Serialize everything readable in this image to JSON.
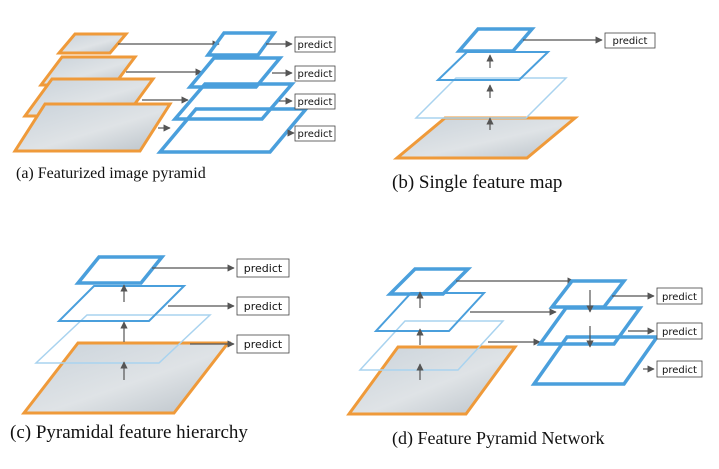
{
  "predict_label": "predict",
  "captions": {
    "a": "(a) Featurized image pyramid",
    "b": "(b) Single feature map",
    "c": "(c) Pyramidal feature hierarchy",
    "d": "(d) Feature Pyramid Network"
  },
  "colors": {
    "feature_blue": "#4a9fdc",
    "feature_light_blue": "#a9d3ef",
    "image_orange": "#ef9a3a",
    "arrow_gray": "#555555",
    "image_fill": "#d9dfe4"
  }
}
